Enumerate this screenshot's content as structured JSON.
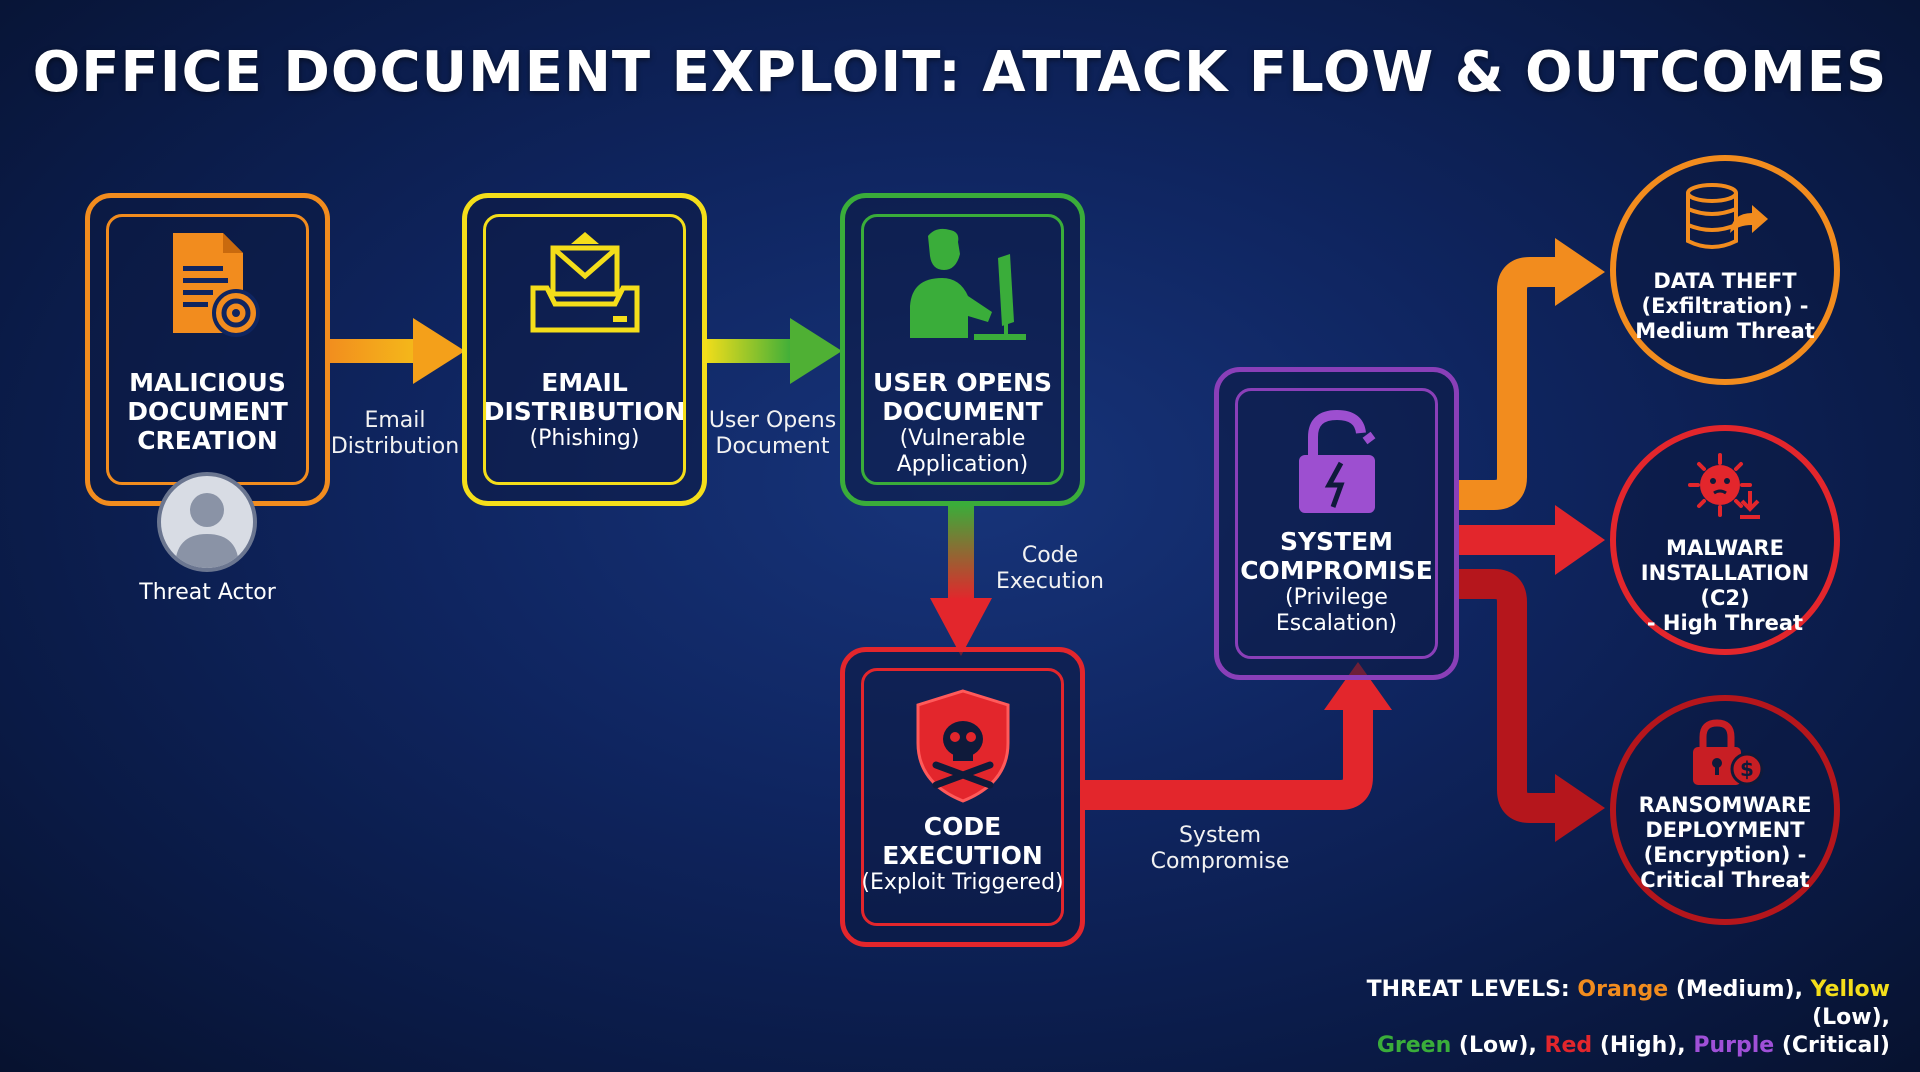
{
  "title": "OFFICE DOCUMENT EXPLOIT: ATTACK FLOW & OUTCOMES",
  "colors": {
    "orange": "#f28c1e",
    "yellow": "#f4de1a",
    "green": "#3aad3a",
    "red": "#e3262c",
    "purple": "#8a3fb8",
    "darkred": "#b5161c"
  },
  "nodes": {
    "creation": {
      "title": "MALICIOUS\nDOCUMENT\nCREATION",
      "icon": "document-gear-icon"
    },
    "email": {
      "title": "EMAIL\nDISTRIBUTION",
      "sub": "(Phishing)",
      "icon": "envelope-tray-icon"
    },
    "opens": {
      "title": "USER OPENS\nDOCUMENT",
      "sub": "(Vulnerable\nApplication)",
      "icon": "user-computer-icon"
    },
    "execution": {
      "title": "CODE\nEXECUTION",
      "sub": "(Exploit Triggered)",
      "icon": "skull-shield-icon"
    },
    "compromise": {
      "title": "SYSTEM\nCOMPROMISE",
      "sub": "(Privilege\nEscalation)",
      "icon": "broken-lock-icon"
    }
  },
  "actor": {
    "label": "Threat Actor",
    "icon": "person-avatar-icon"
  },
  "flow_labels": {
    "email": "Email\nDistribution",
    "opens": "User Opens\nDocument",
    "code": "Code\nExecution",
    "system": "System\nCompromise"
  },
  "outcomes": {
    "theft": {
      "text": "DATA THEFT\n(Exfiltration) -\nMedium Threat",
      "icon": "database-export-icon"
    },
    "malware": {
      "text": "MALWARE\nINSTALLATION (C2)\n- High Threat",
      "icon": "virus-download-icon"
    },
    "ransom": {
      "text": "RANSOMWARE\nDEPLOYMENT\n(Encryption) -\nCritical Threat",
      "icon": "lock-dollar-icon"
    }
  },
  "legend": {
    "prefix": "THREAT LEVELS:",
    "orange": "Orange",
    "orange_level": "(Medium),",
    "yellow": "Yellow",
    "yellow_level": "(Low),",
    "green": "Green",
    "green_level": "(Low),",
    "red": "Red",
    "red_level": "(High),",
    "purple": "Purple",
    "purple_level": "(Critical)"
  }
}
